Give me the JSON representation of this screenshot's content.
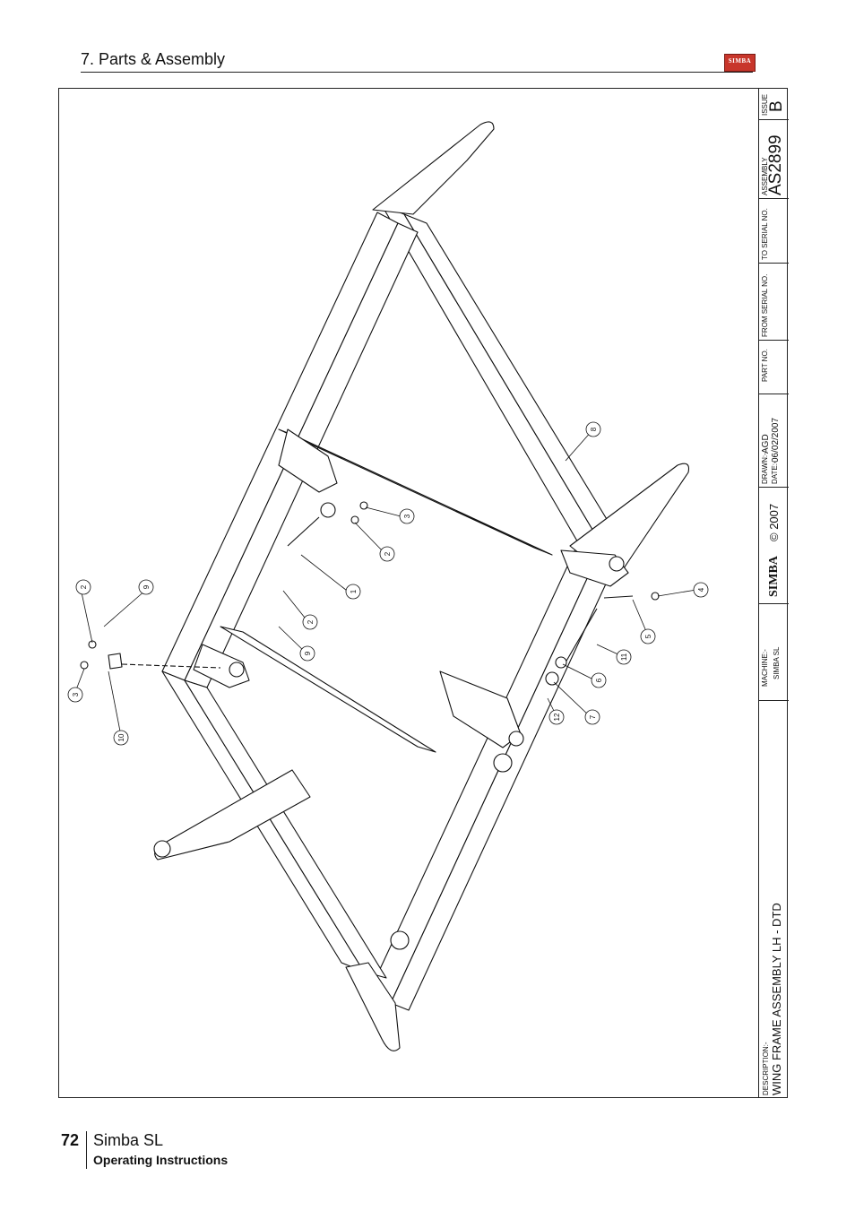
{
  "header": {
    "section_title": "7. Parts & Assembly",
    "logo_text": "SIMBA",
    "brand_color": "#c8362b"
  },
  "title_block": {
    "description_label": "DESCRIPTION:-",
    "description": "WING FRAME ASSEMBLY LH - DTD",
    "machine_label": "MACHINE:-",
    "machine": "SIMBA SL",
    "logo_text": "SIMBA",
    "copyright": "© 2007",
    "drawn_label": "DRAWN:-",
    "drawn_by": "AGD",
    "date_label": "DATE:-",
    "date": "06/02/2007",
    "part_no_label": "PART NO.",
    "from_serial_label": "FROM SERIAL NO.",
    "to_serial_label": "TO SERIAL NO.",
    "assembly_label": "ASSEMBLY",
    "assembly": "AS2899",
    "issue_label": "ISSUE",
    "issue": "B"
  },
  "callouts": [
    "1",
    "2",
    "3",
    "2",
    "3",
    "4",
    "5",
    "6",
    "7",
    "8",
    "9",
    "9",
    "10",
    "11",
    "12"
  ],
  "footer": {
    "page_number": "72",
    "product": "Simba SL",
    "subtitle": "Operating Instructions"
  }
}
